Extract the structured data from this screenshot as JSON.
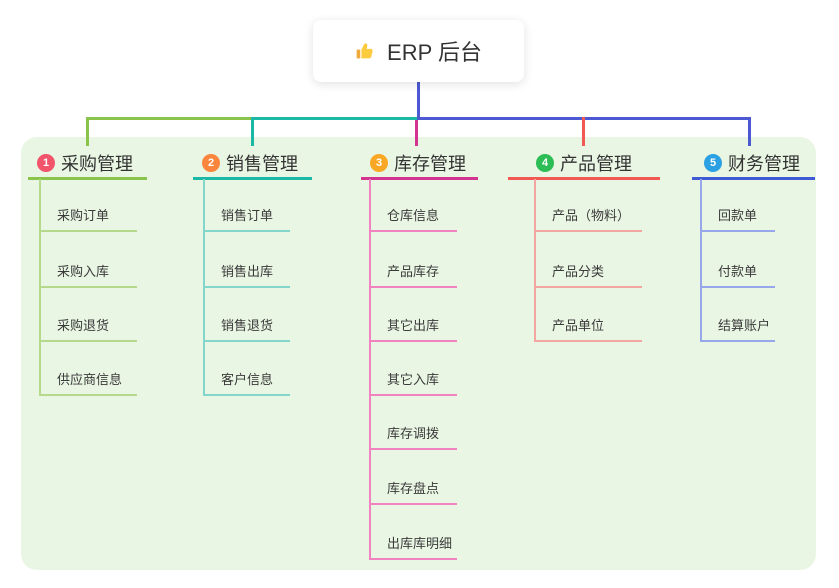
{
  "root": {
    "label": "ERP 后台",
    "icon": "thumbs-up-icon"
  },
  "colors": {
    "panel_background": "#eaf6e4",
    "root_connector_blue": "#4c59d2",
    "branch1_line": "#8ac44a",
    "branch1_child_line": "#b5da8c",
    "branch1_badge": "#f2556b",
    "branch2_line": "#1cb8a6",
    "branch2_child_line": "#82d6ca",
    "branch2_badge": "#f9863c",
    "branch3_line": "#d2348f",
    "branch3_child_line": "#f083c0",
    "branch3_badge": "#f8a824",
    "branch4_line": "#f15a52",
    "branch4_child_line": "#f6a6a1",
    "branch4_badge": "#2dbd55",
    "branch5_line": "#3e5ad5",
    "branch5_child_line": "#97a8ea",
    "branch5_badge": "#2ba0e2"
  },
  "branches": [
    {
      "badge": "1",
      "label": "采购管理",
      "children": [
        "采购订单",
        "采购入库",
        "采购退货",
        "供应商信息"
      ]
    },
    {
      "badge": "2",
      "label": "销售管理",
      "children": [
        "销售订单",
        "销售出库",
        "销售退货",
        "客户信息"
      ]
    },
    {
      "badge": "3",
      "label": "库存管理",
      "children": [
        "仓库信息",
        "产品库存",
        "其它出库",
        "其它入库",
        "库存调拨",
        "库存盘点",
        "出库库明细"
      ]
    },
    {
      "badge": "4",
      "label": "产品管理",
      "children": [
        "产品（物料）",
        "产品分类",
        "产品单位"
      ]
    },
    {
      "badge": "5",
      "label": "财务管理",
      "children": [
        "回款单",
        "付款单",
        "结算账户"
      ]
    }
  ]
}
